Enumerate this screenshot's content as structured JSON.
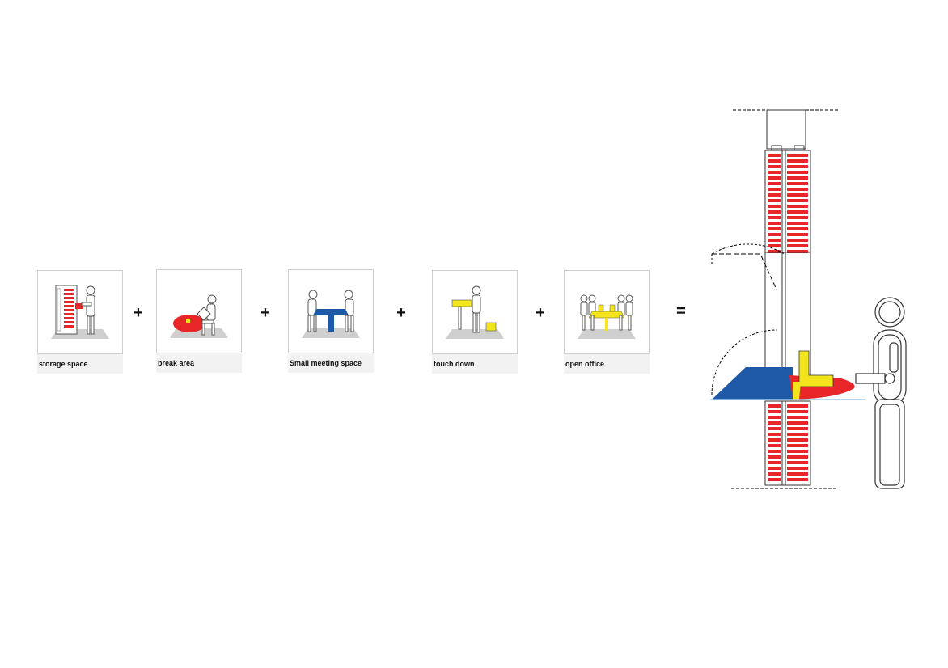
{
  "cards": [
    {
      "label": "storage space"
    },
    {
      "label": "break area"
    },
    {
      "label": "Small meeting space"
    },
    {
      "label": "touch down"
    },
    {
      "label": "open office"
    }
  ],
  "operators": {
    "plus": "+",
    "equals": "="
  },
  "colors": {
    "red": "#e8262a",
    "blue": "#1e5aa8",
    "yellow": "#f4e41c",
    "floor": "#cfcfcf"
  }
}
